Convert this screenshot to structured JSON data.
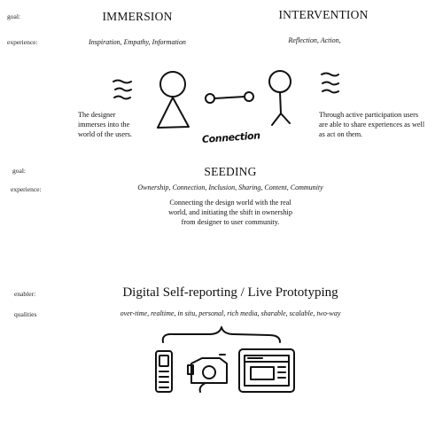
{
  "top": {
    "goal_label": "goal:",
    "experience_label": "experience:",
    "immersion": {
      "title": "IMMERSION",
      "experience": "Inspiration, Empathy, Information",
      "description": "The designer immerses into the world of the users."
    },
    "intervention": {
      "title": "INTERVENTION",
      "experience": "Reflection, Action,",
      "description": "Through active participation users are able to share experiences as well as act on them."
    },
    "sketch_label": "Connection"
  },
  "seeding": {
    "goal_label": "goal:",
    "experience_label": "experience:",
    "title": "SEEDING",
    "experience": "Ownership, Connection, Inclusion, Sharing, Content, Community",
    "description": "Connecting the design world with the real world, and initiating the shift in ownership from designer to user community."
  },
  "enabler": {
    "enabler_label": "enabler:",
    "qualities_label": "qualities",
    "title": "Digital Self-reporting / Live Prototyping",
    "qualities": "over-time, realtime, in situ, personal, rich media, sharable, scalable, two-way"
  },
  "icons": [
    "waves-icon",
    "person-triangle-icon",
    "connection-link-icon",
    "person-stick-icon",
    "phone-icon",
    "camera-icon",
    "computer-screen-icon",
    "brace-icon"
  ]
}
